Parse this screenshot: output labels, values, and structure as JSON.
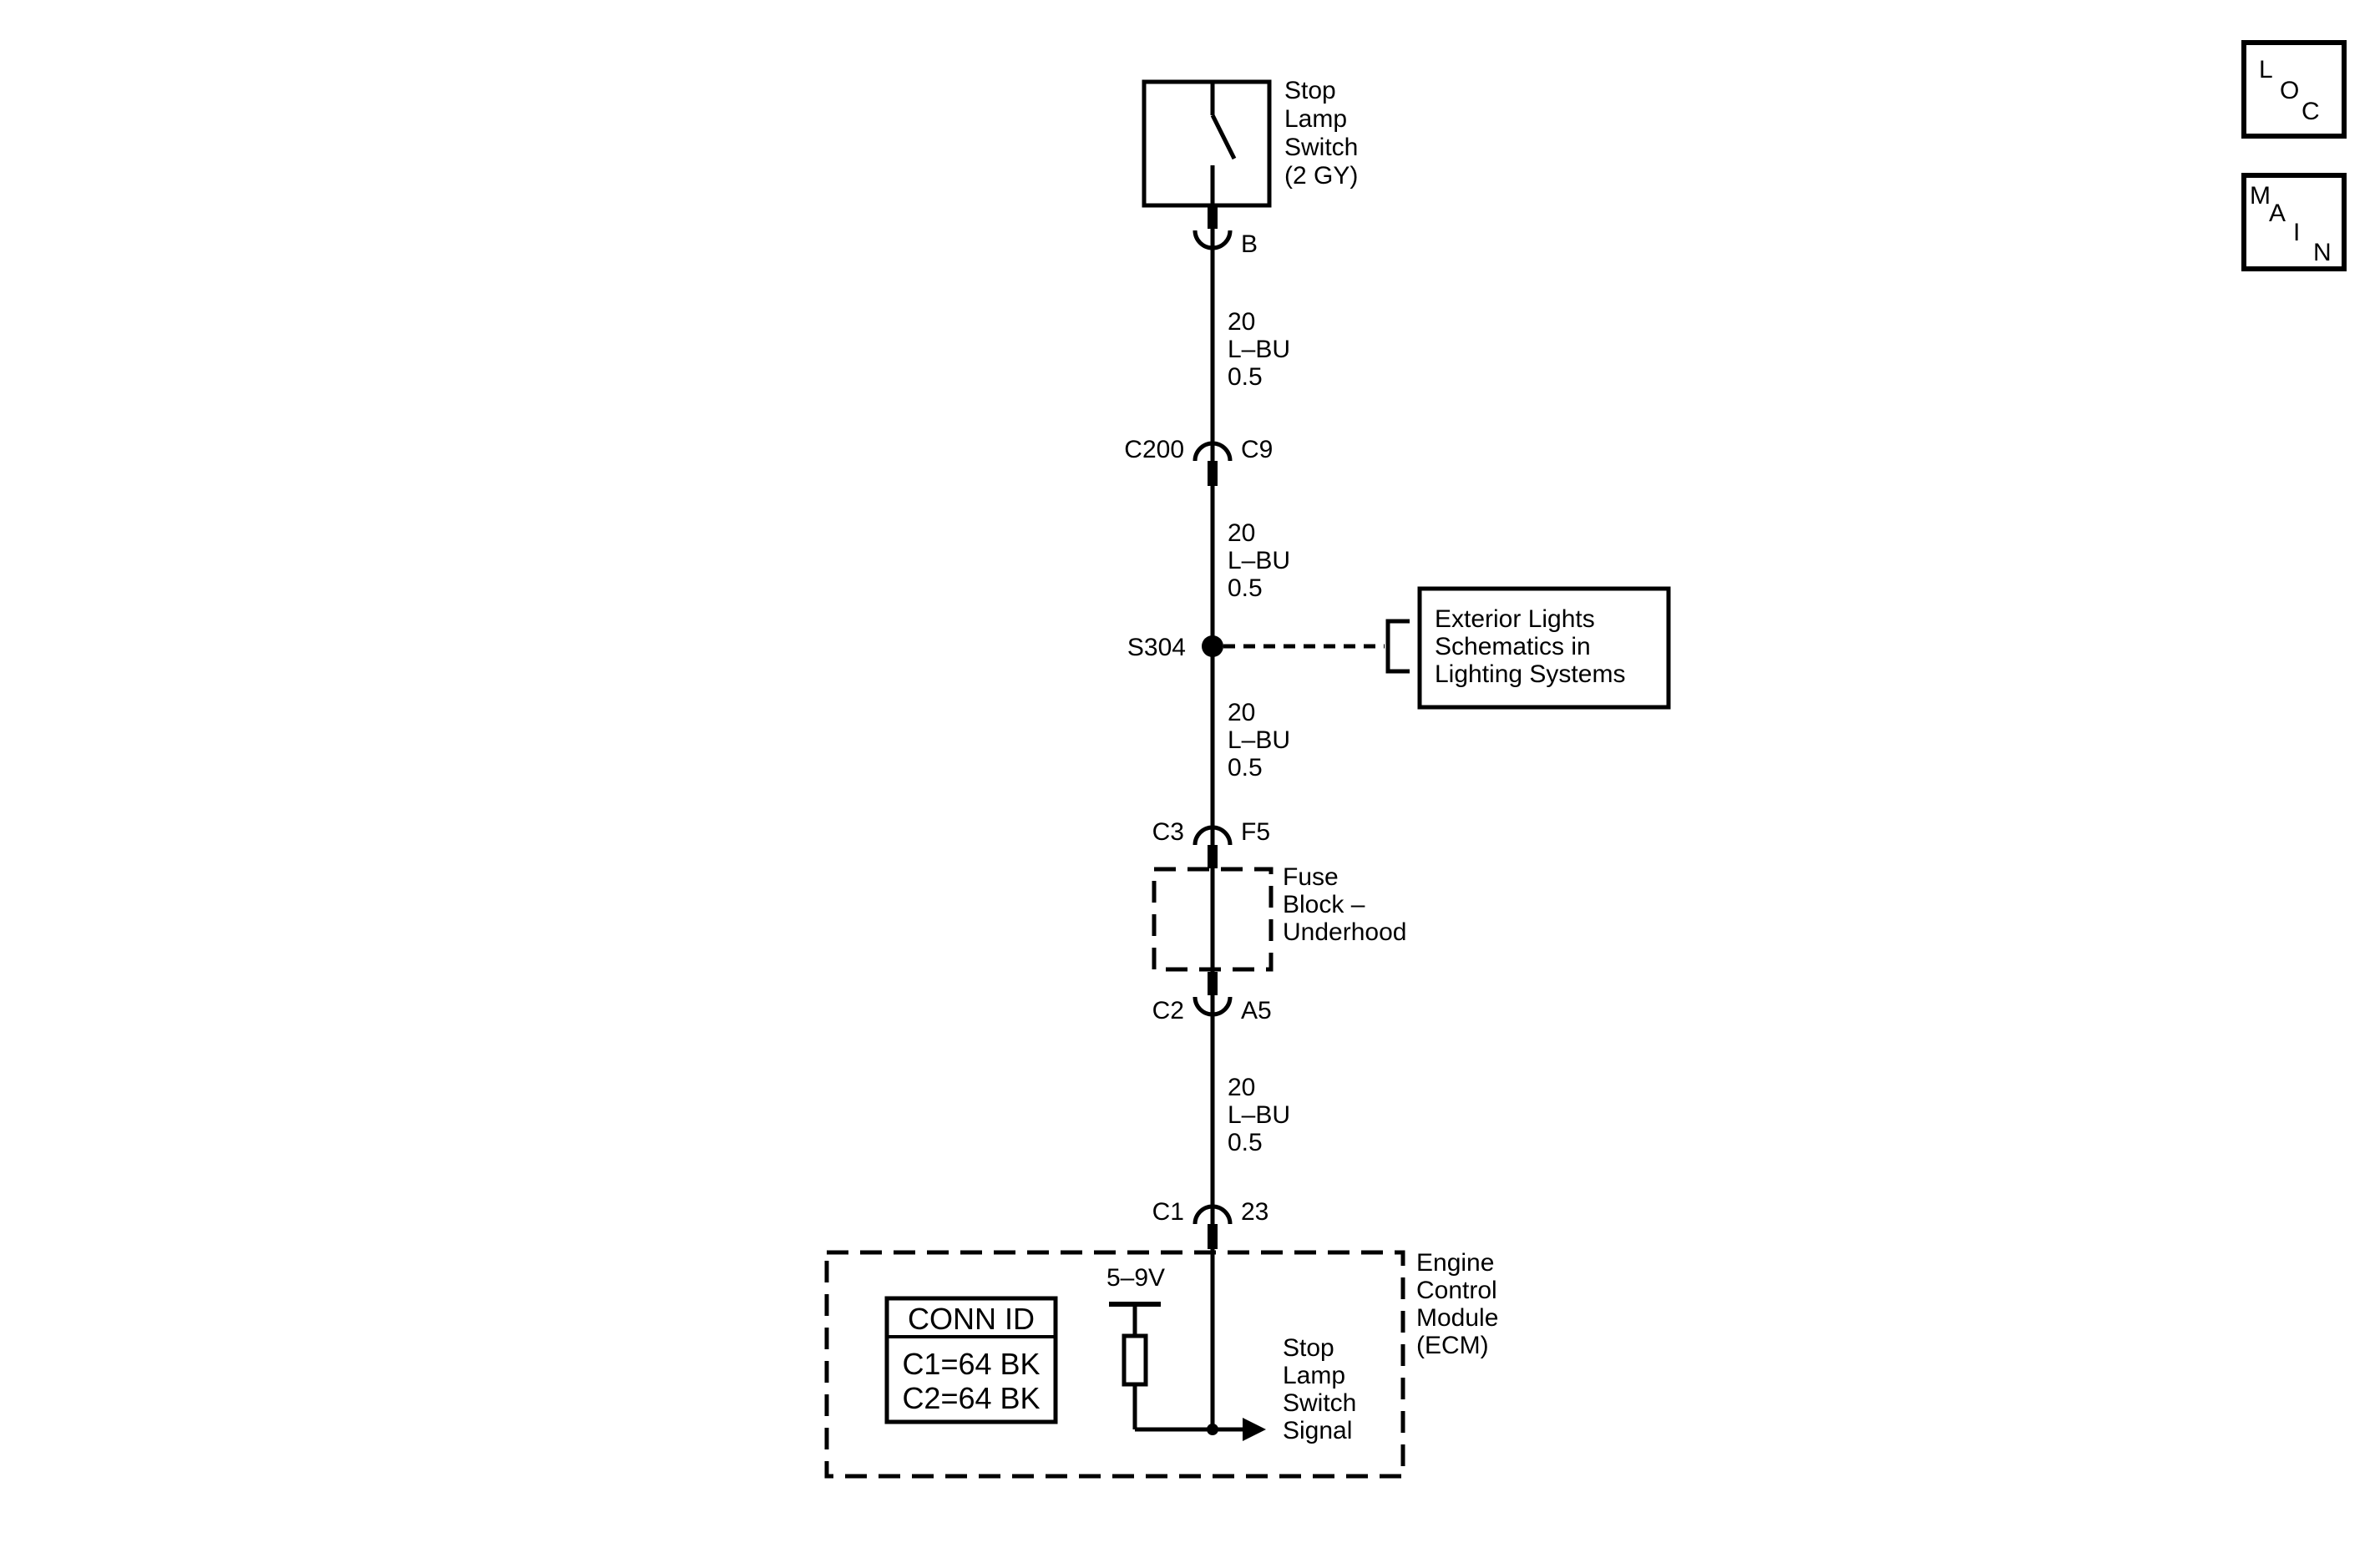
{
  "components": {
    "stop_lamp_switch": {
      "lines": [
        "Stop",
        "Lamp",
        "Switch",
        "(2 GY)"
      ],
      "pin": "B"
    },
    "fuse_block": {
      "lines": [
        "Fuse",
        "Block –",
        "Underhood"
      ]
    },
    "ecm": {
      "lines": [
        "Engine",
        "Control",
        "Module",
        "(ECM)"
      ],
      "voltage": "5–9V",
      "signal_lines": [
        "Stop",
        "Lamp",
        "Switch",
        "Signal"
      ],
      "conn_id": {
        "header": "CONN ID",
        "rows": [
          "C1=64 BK",
          "C2=64 BK"
        ]
      }
    }
  },
  "wire_segments": [
    {
      "gauge": "20",
      "color": "L–BU",
      "size": "0.5"
    },
    {
      "gauge": "20",
      "color": "L–BU",
      "size": "0.5"
    },
    {
      "gauge": "20",
      "color": "L–BU",
      "size": "0.5"
    },
    {
      "gauge": "20",
      "color": "L–BU",
      "size": "0.5"
    }
  ],
  "connectors": [
    {
      "name": "C200",
      "pin": "C9"
    },
    {
      "name": "C3",
      "pin": "F5"
    },
    {
      "name": "C2",
      "pin": "A5"
    },
    {
      "name": "C1",
      "pin": "23"
    }
  ],
  "splice": {
    "name": "S304",
    "ref_lines": [
      "Exterior Lights",
      "Schematics in",
      "Lighting Systems"
    ]
  },
  "nav": {
    "loc": [
      "L",
      "O",
      "C"
    ],
    "main": [
      "M",
      "A",
      "I",
      "N"
    ]
  }
}
